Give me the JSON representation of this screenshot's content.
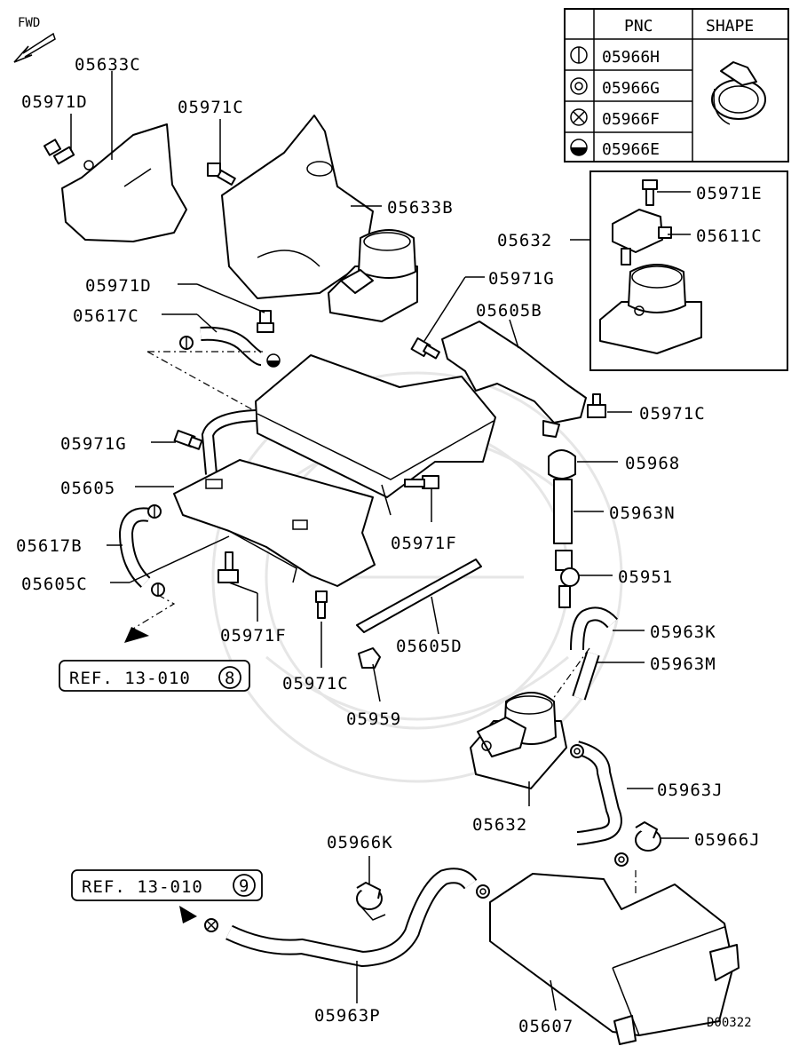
{
  "fwd_label": "FWD",
  "legend": {
    "header_pnc": "PNC",
    "header_shape": "SHAPE",
    "rows": [
      {
        "symbol": "circle-vertical-line-icon",
        "pnc": "05966H"
      },
      {
        "symbol": "double-circle-icon",
        "pnc": "05966G"
      },
      {
        "symbol": "circle-x-icon",
        "pnc": "05966F"
      },
      {
        "symbol": "half-filled-circle-icon",
        "pnc": "05966E"
      }
    ]
  },
  "labels": {
    "p05633C": "05633C",
    "p05971D_top": "05971D",
    "p05971C_top": "05971C",
    "p05633B": "05633B",
    "p05632_inset": "05632",
    "p05971E": "05971E",
    "p05611C": "05611C",
    "p05971D_mid": "05971D",
    "p05617C": "05617C",
    "p05971G_right": "05971G",
    "p05605B": "05605B",
    "p05971C_right": "05971C",
    "p05971G_left": "05971G",
    "p05968": "05968",
    "p05605": "05605",
    "p05963N": "05963N",
    "p05617B": "05617B",
    "p05971F_right": "05971F",
    "p05605C": "05605C",
    "p05951": "05951",
    "p05971F_left": "05971F",
    "p05605D": "05605D",
    "p05963K": "05963K",
    "p05963M": "05963M",
    "p05971C_bottom": "05971C",
    "p05959": "05959",
    "p05963J": "05963J",
    "p05632_main": "05632",
    "p05966K": "05966K",
    "p05966J": "05966J",
    "p05963P": "05963P",
    "p05607": "05607",
    "diagram_code": "D00322"
  },
  "refs": {
    "ref1": {
      "text": "REF. 13-010",
      "num": "8"
    },
    "ref2": {
      "text": "REF. 13-010",
      "num": "9"
    }
  }
}
